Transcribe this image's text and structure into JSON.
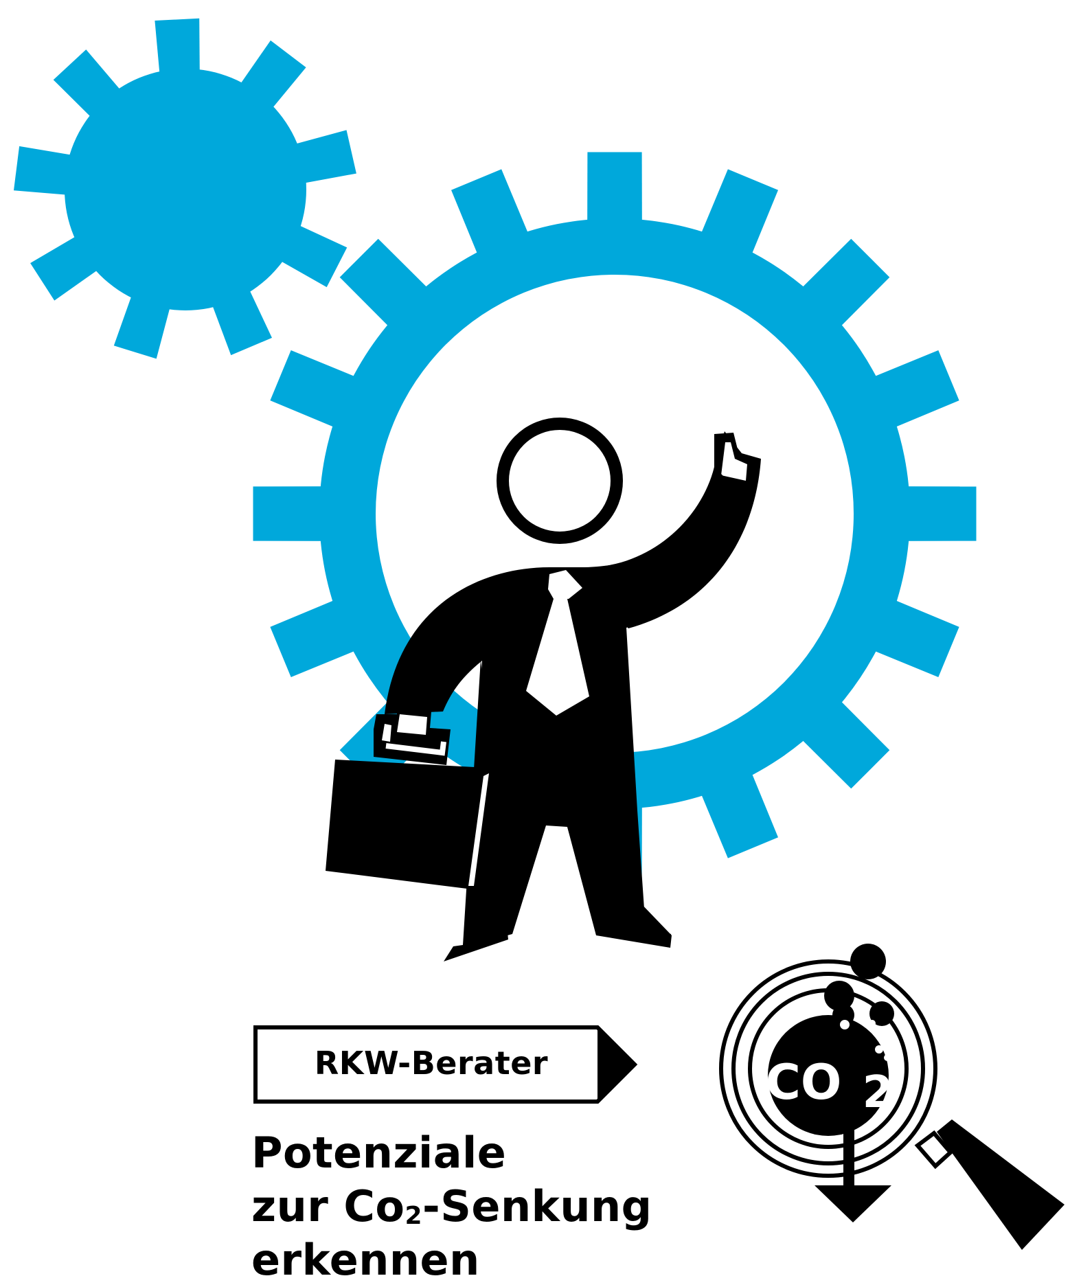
{
  "colors": {
    "gear": "#00a8db",
    "ink": "#000000",
    "background": "#ffffff"
  },
  "icons": {
    "small_gear": "gear-icon",
    "large_gear": "gear-icon",
    "figure": "businessman-icon",
    "briefcase": "briefcase-icon",
    "magnifier": "magnifying-glass-icon",
    "co2_molecule": "co2-icon",
    "down_arrow": "arrow-down-icon"
  },
  "badge": {
    "label": "RKW-Berater"
  },
  "headline": {
    "line1": "Potenziale",
    "line2_pre": "zur Co",
    "line2_sub": "2",
    "line2_post": "-Senkung",
    "line3": "erkennen"
  },
  "co2_symbol": {
    "text": "CO",
    "subscript": "2"
  }
}
